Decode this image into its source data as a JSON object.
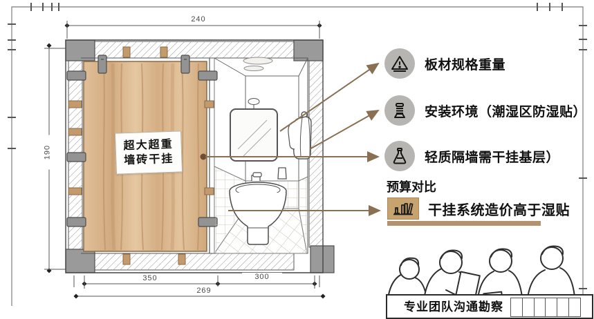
{
  "drawing": {
    "dimensions": {
      "top_width": "240",
      "left_height": "190",
      "bottom_left_segment": "350",
      "bottom_right_segment": "300",
      "bottom_total": "269"
    },
    "panel_label": {
      "line1": "超大超重",
      "line2": "墙砖干挂"
    }
  },
  "callouts": {
    "items": [
      {
        "icon": "warning-triangle",
        "label": "板材规格重量"
      },
      {
        "icon": "jack-stand",
        "label": "安装环境（潮湿区防湿贴）"
      },
      {
        "icon": "flask",
        "label": "轻质隔墙需干挂基层）"
      }
    ],
    "budget": {
      "heading": "预算对比",
      "icon": "books",
      "label": "干挂系统造价高于湿贴"
    }
  },
  "footer": {
    "caption": "专业团队沟通勘察"
  },
  "colors": {
    "accent_tan": "#b3926d",
    "leader_line": "#8a7053",
    "icon_circle": "#b7b5b1",
    "wood_base": "#ddbb93",
    "wall_gray": "#9a9a9a"
  }
}
